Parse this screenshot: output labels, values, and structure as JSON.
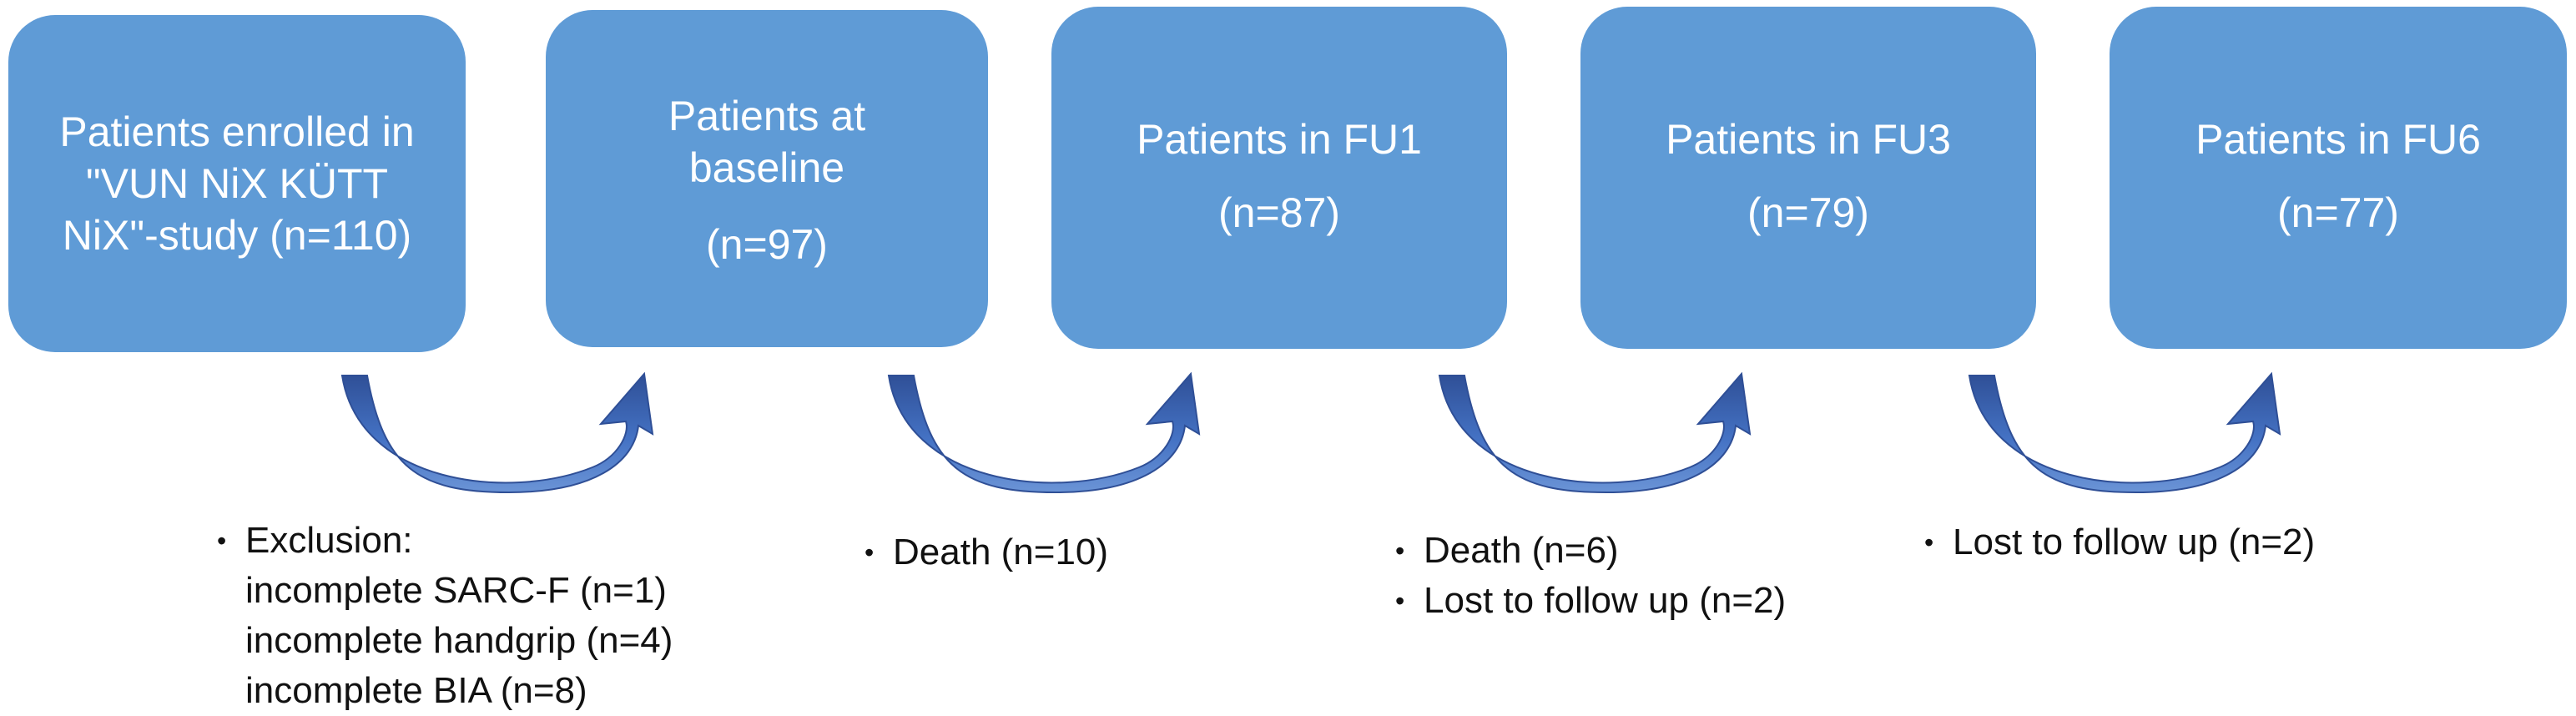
{
  "colors": {
    "box_fill": "#5f9bd6",
    "box_text": "#ffffff",
    "arrow_fill": "#4472c4",
    "arrow_dark": "#2f4f96",
    "note_text": "#111111"
  },
  "stages": [
    {
      "lines": [
        "Patients enrolled in",
        "\"VUN NiX KÜTT",
        "NiX\"-study (n=110)"
      ]
    },
    {
      "lines": [
        "Patients at",
        "baseline"
      ],
      "count": "(n=97)"
    },
    {
      "lines": [
        "Patients in FU1"
      ],
      "count": "(n=87)"
    },
    {
      "lines": [
        "Patients in FU3"
      ],
      "count": "(n=79)"
    },
    {
      "lines": [
        "Patients in FU6"
      ],
      "count": "(n=77)"
    }
  ],
  "transitions": [
    {
      "bullets": [
        {
          "text": "Exclusion:",
          "sub": [
            "incomplete SARC-F (n=1)",
            "incomplete handgrip (n=4)",
            "incomplete BIA (n=8)"
          ]
        }
      ]
    },
    {
      "bullets": [
        {
          "text": "Death (n=10)"
        }
      ]
    },
    {
      "bullets": [
        {
          "text": "Death (n=6)"
        },
        {
          "text": "Lost to follow up (n=2)"
        }
      ]
    },
    {
      "bullets": [
        {
          "text": "Lost to follow up (n=2)"
        }
      ]
    }
  ],
  "bullet_symbol": "•",
  "icons": [
    "curved-arrow-icon"
  ]
}
